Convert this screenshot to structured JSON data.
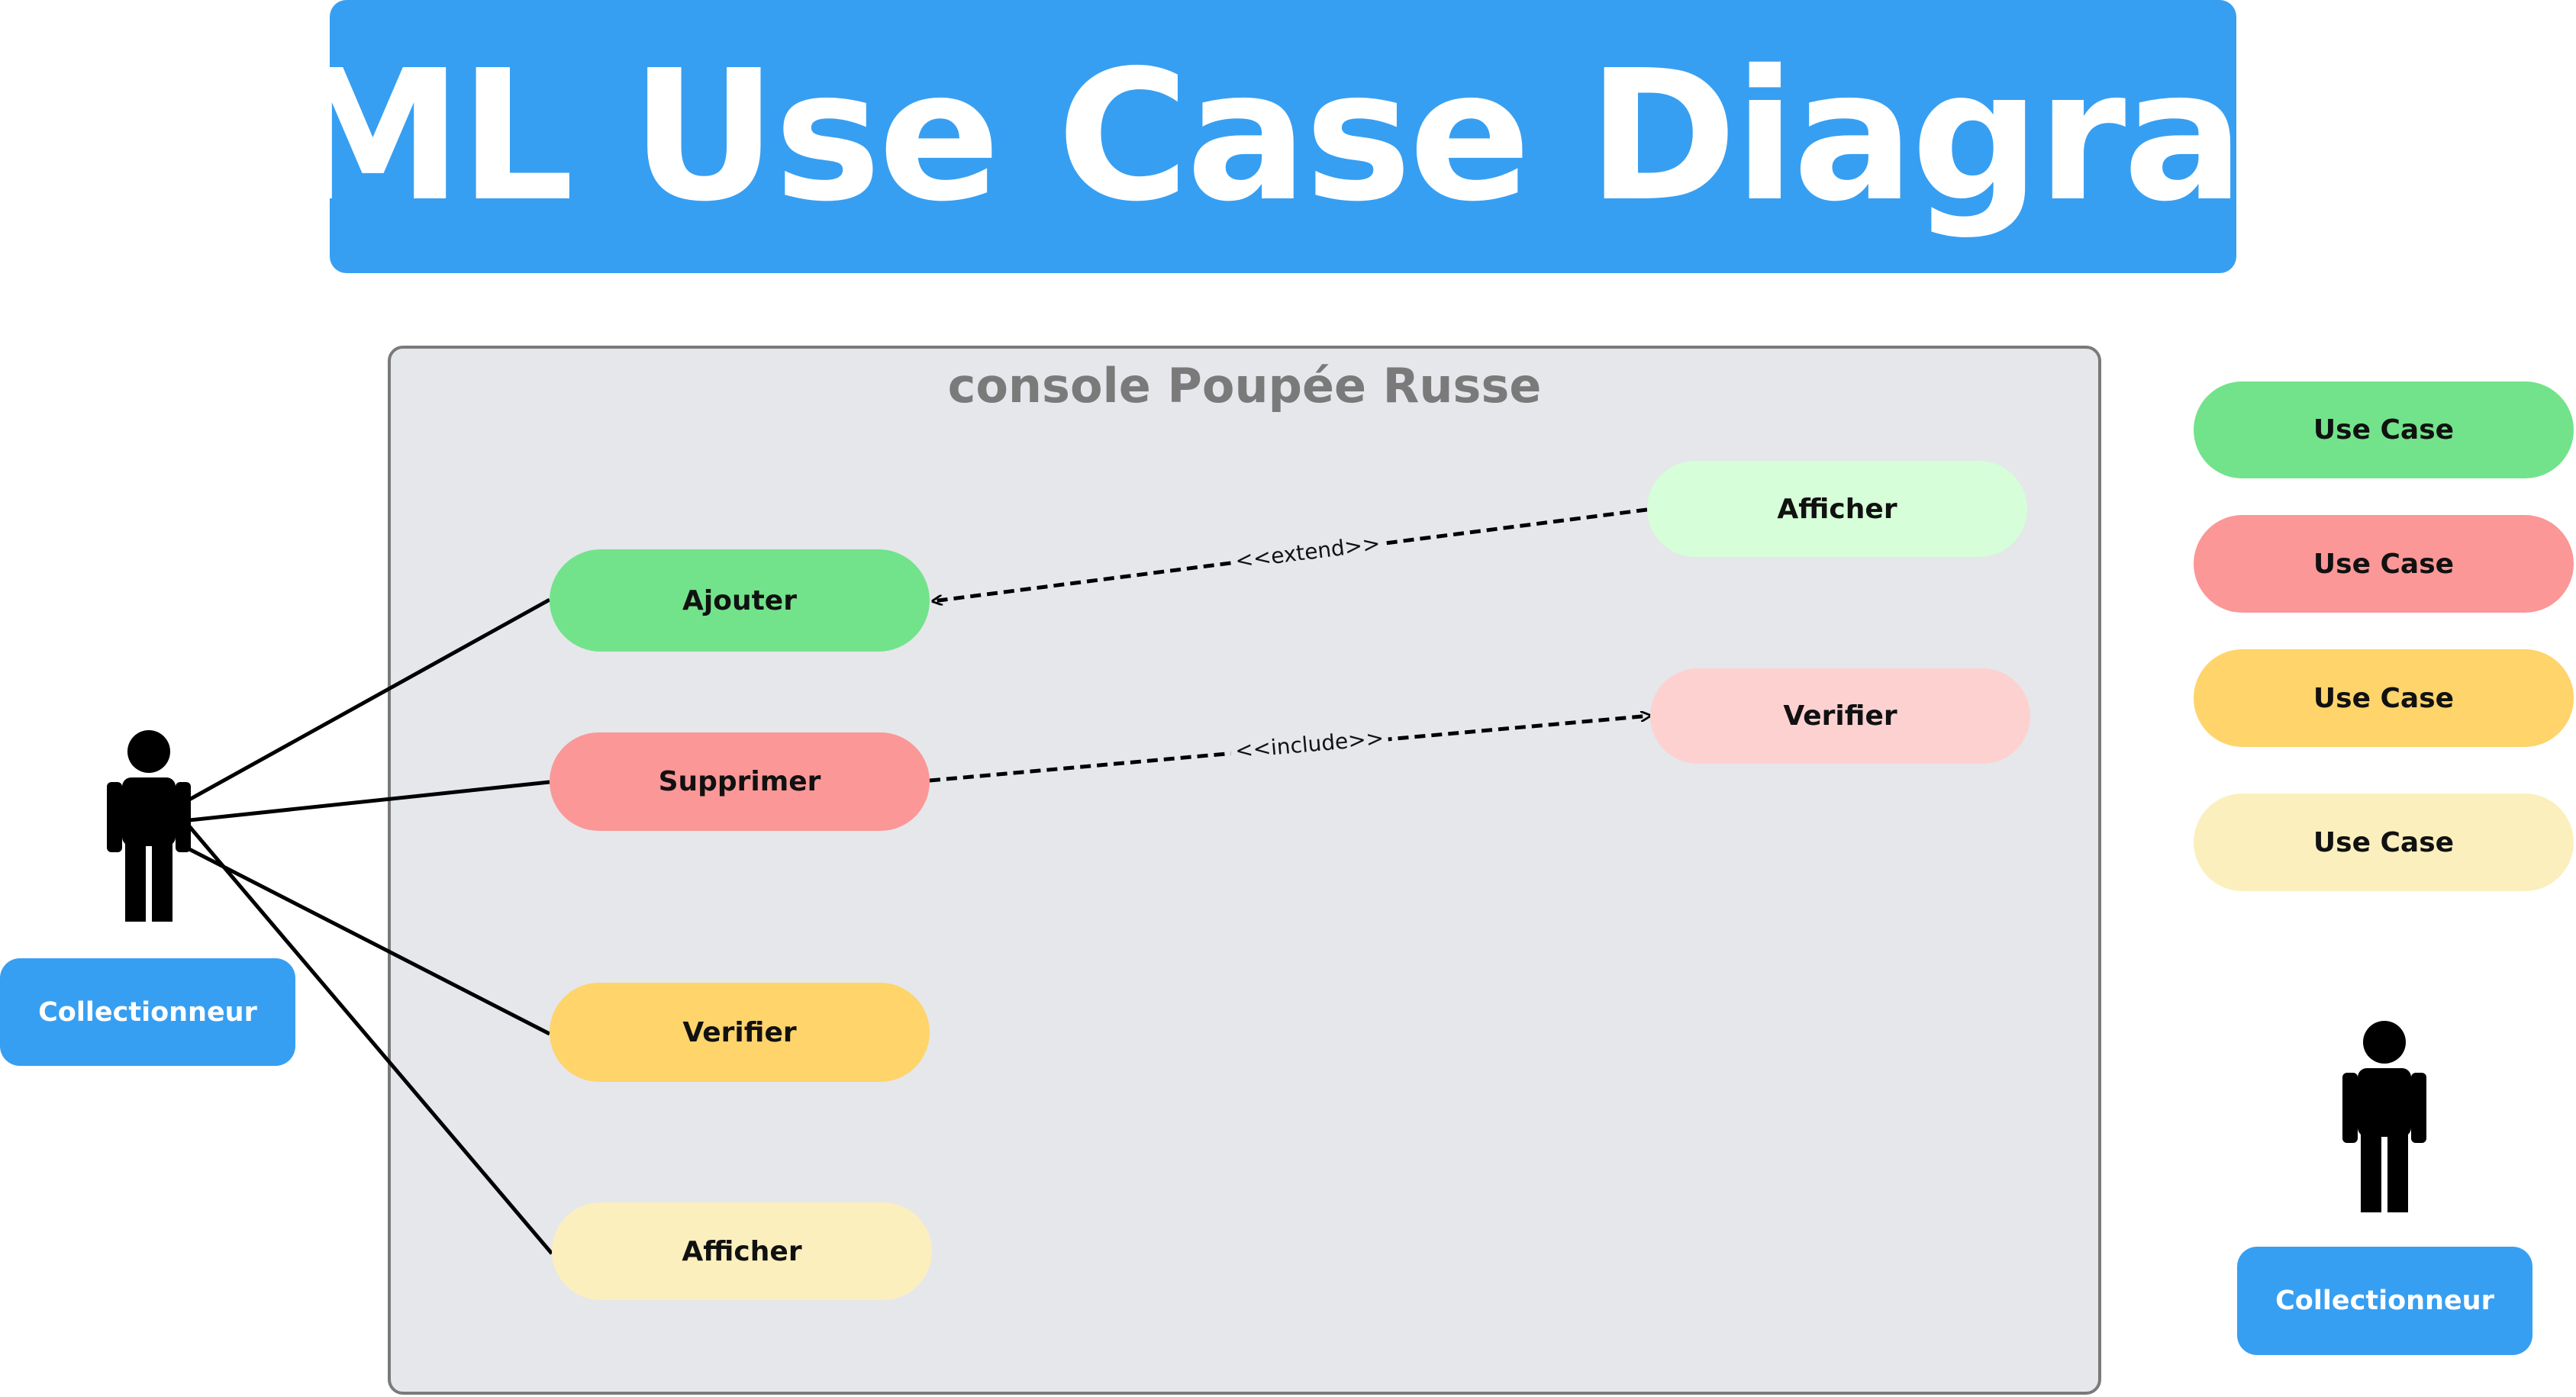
{
  "title": "UML Use Case Diagram",
  "system": {
    "label": "console Poupée Russe"
  },
  "actors": {
    "left_label": "Collectionneur",
    "right_label": "Collectionneur"
  },
  "use_cases": {
    "ajouter": "Ajouter",
    "supprimer": "Supprimer",
    "verifier_left": "Verifier",
    "afficher_left": "Afficher",
    "afficher_right": "Afficher",
    "verifier_right": "Verifier"
  },
  "relations": {
    "extend": "<<extend>>",
    "include": "<<include>>"
  },
  "legend": [
    {
      "label": "Use Case",
      "color": "#72e38a"
    },
    {
      "label": "Use Case",
      "color": "#fb9797"
    },
    {
      "label": "Use Case",
      "color": "#fed46b"
    },
    {
      "label": "Use Case",
      "color": "#fbefbe"
    }
  ],
  "colors": {
    "title_banner": "#379ff2",
    "system_background": "#e5e7eb",
    "system_border": "#7a7a7a",
    "actor": "#000000"
  }
}
